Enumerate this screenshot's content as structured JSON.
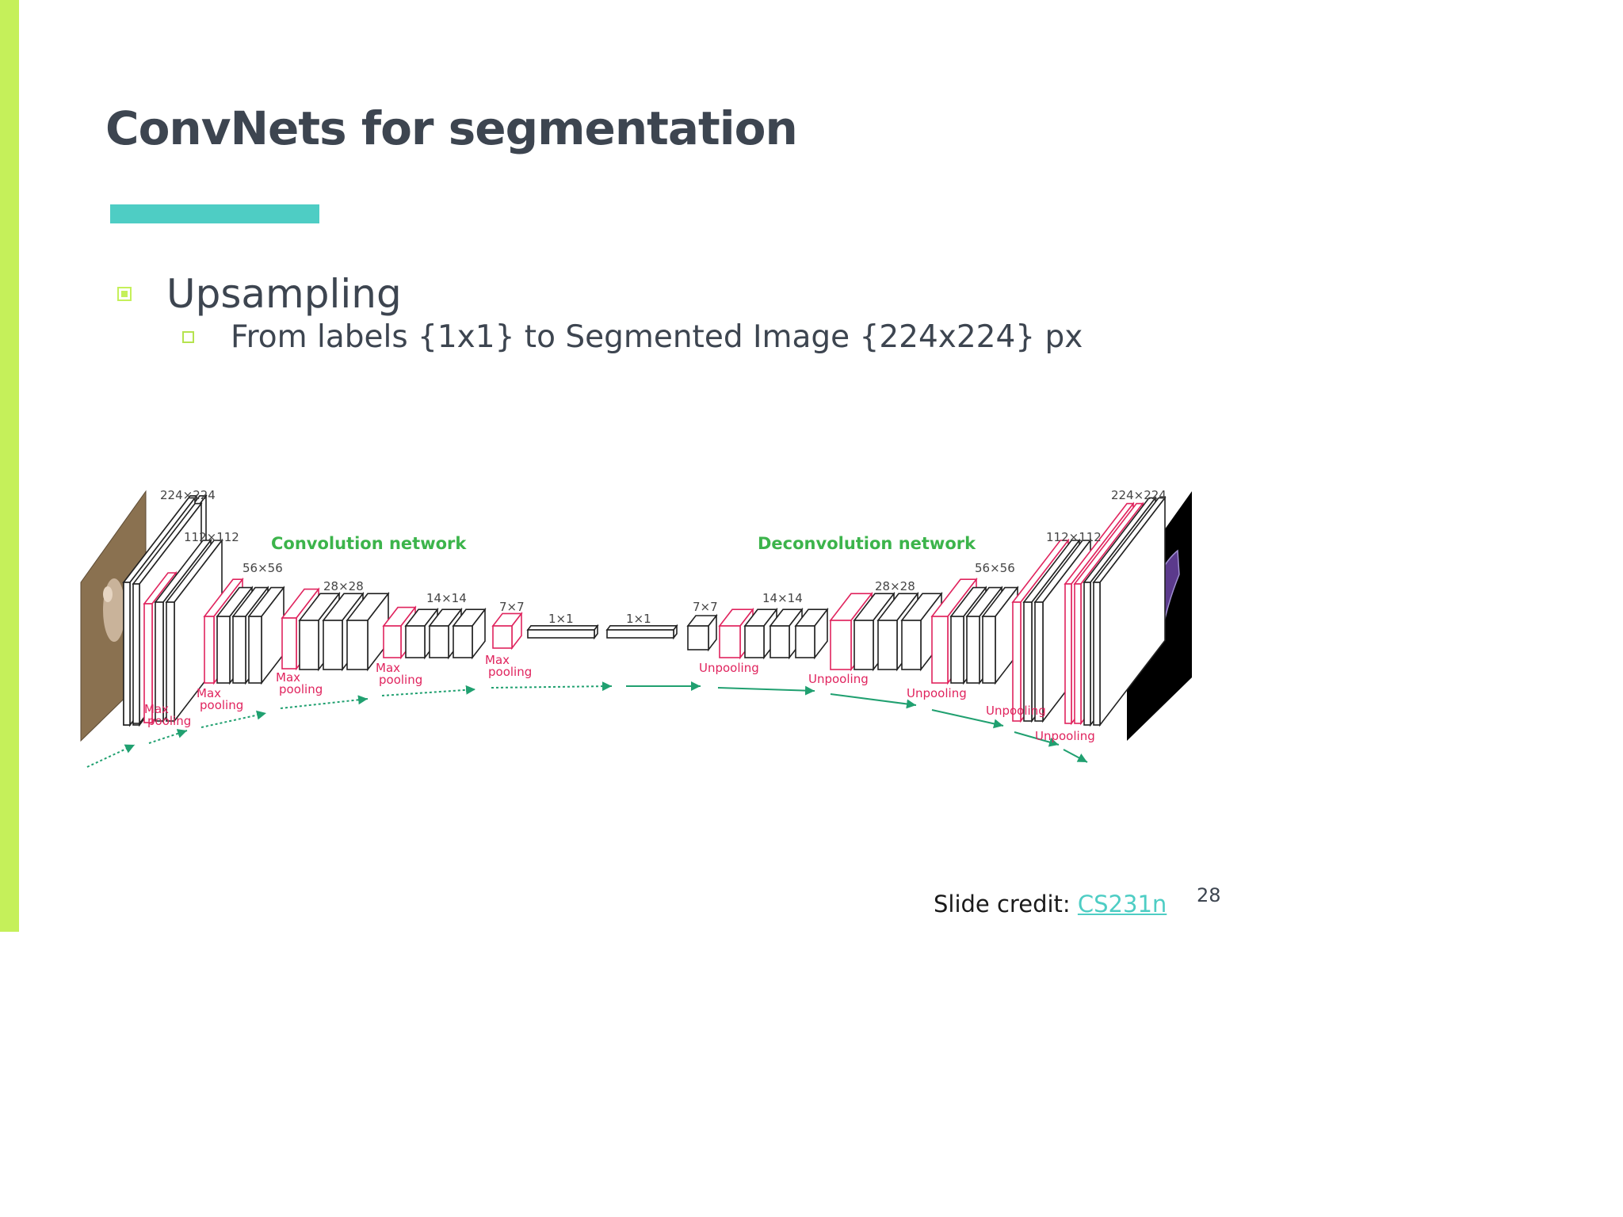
{
  "slide": {
    "title": "ConvNets for segmentation",
    "bullet": "Upsampling",
    "sub_bullet": "From labels {1x1} to Segmented Image {224x224} px",
    "credit_label": "Slide credit:",
    "credit_link": "CS231n",
    "page_number": "28"
  },
  "diagram": {
    "conv_heading": "Convolution network",
    "deconv_heading": "Deconvolution network",
    "size_labels": [
      "224×224",
      "112×112",
      "56×56",
      "28×28",
      "14×14",
      "7×7",
      "1×1",
      "1×1",
      "7×7",
      "14×14",
      "28×28",
      "56×56",
      "112×112",
      "224×224"
    ],
    "pool_labels": [
      "Max pooling",
      "Max pooling",
      "Max pooling",
      "Max pooling",
      "Max pooling"
    ],
    "unpool_labels": [
      "Unpooling",
      "Unpooling",
      "Unpooling",
      "Unpooling",
      "Unpooling"
    ],
    "colors": {
      "accent": "#4ecdc4",
      "sidebar": "#c5f05a",
      "pool_layer": "#e0245e",
      "heading_green": "#3cb44b",
      "arrow": "#20a070",
      "text": "#3d4550"
    }
  }
}
